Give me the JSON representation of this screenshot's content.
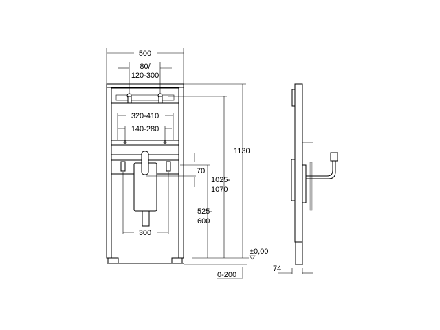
{
  "title": "Installation frame dimension drawing",
  "dimensions": {
    "width": "500",
    "tap_spacing_line1": "80/",
    "tap_spacing_line2": "120-300",
    "bracket_outer": "320-410",
    "bracket_inner": "140-280",
    "drain_offset": "70",
    "supply_spacing": "300",
    "total_height": "1130",
    "tap_height_line1": "1025-",
    "tap_height_line2": "1070",
    "drain_height_line1": "525-",
    "drain_height_line2": "600",
    "floor_level": "±0,00",
    "foot_adjust": "0-200",
    "depth": "74"
  }
}
